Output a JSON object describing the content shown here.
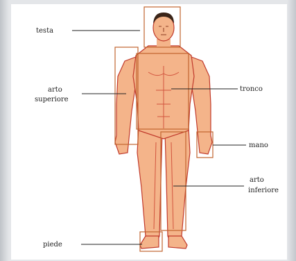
{
  "labels": {
    "testa": "testa",
    "arto_superiore_line1": "arto",
    "arto_superiore_line2": "superiore",
    "tronco": "tronco",
    "mano": "mano",
    "arto_inferiore_line1": "arto",
    "arto_inferiore_line2": "inferiore",
    "piede": "piede"
  },
  "colors": {
    "skin": "#f4b48a",
    "skin_shade": "#e8906a",
    "outline": "#c0392b",
    "box": "#c1652f",
    "hair": "#3a2418",
    "leader_line": "#222222"
  }
}
